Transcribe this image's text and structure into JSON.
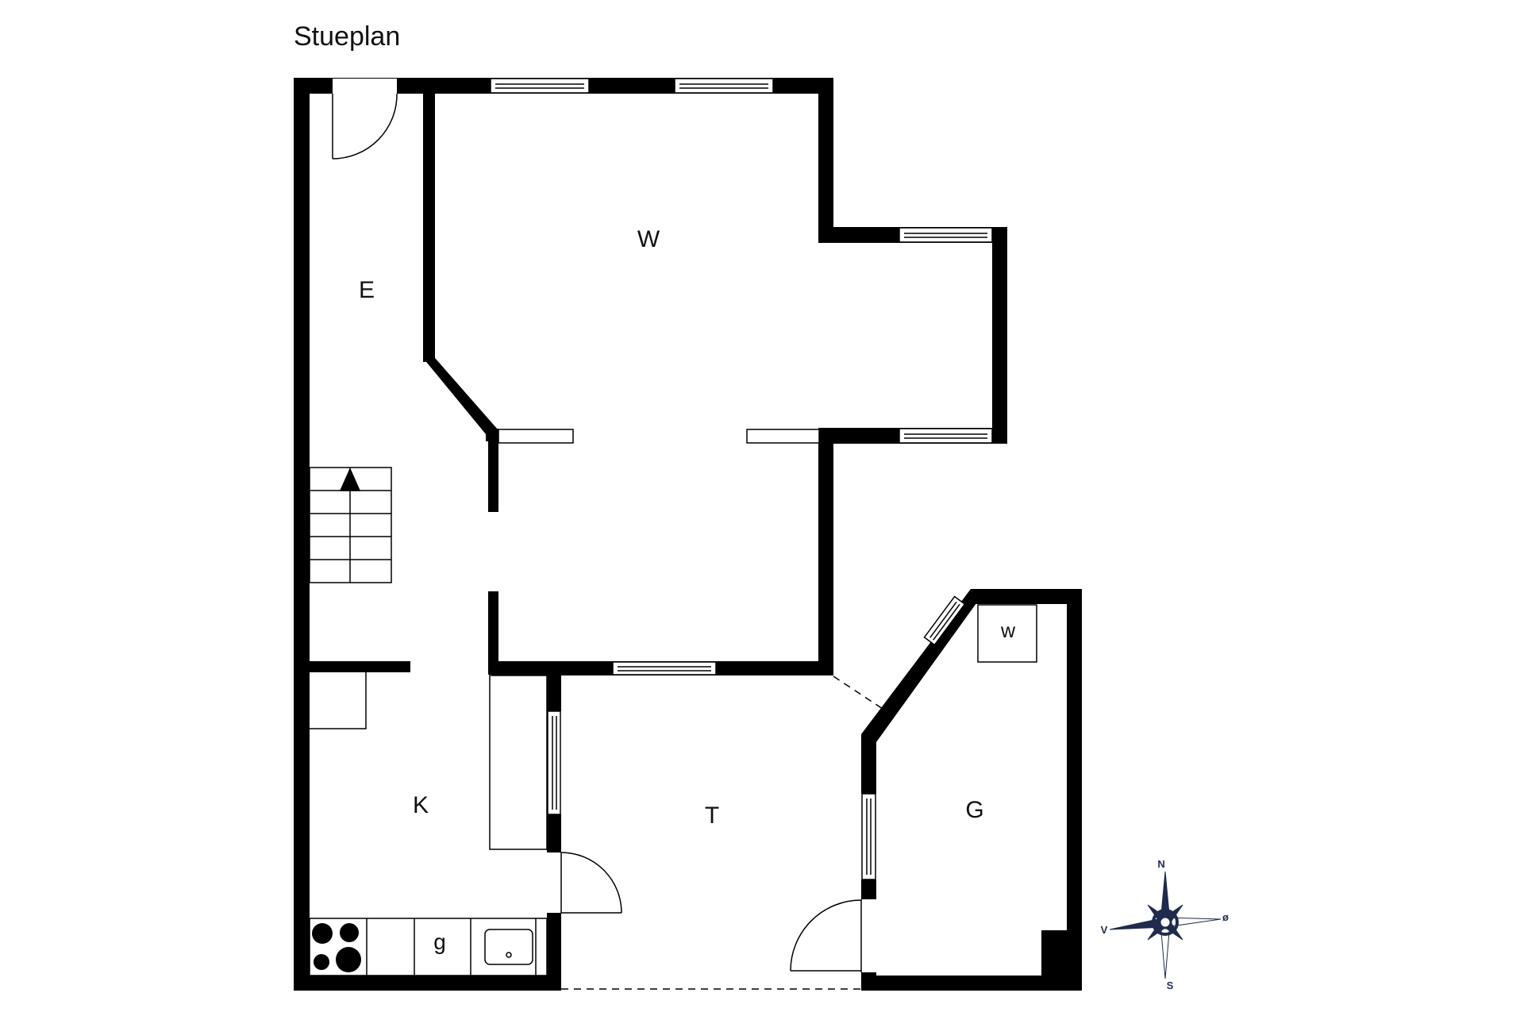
{
  "plan": {
    "title": "Stueplan",
    "colors": {
      "wall": "#000000",
      "background": "#ffffff",
      "compass": "#1e2b4f"
    }
  },
  "rooms": {
    "entrance": "E",
    "living": "W",
    "kitchen": "K",
    "terrace": "T",
    "garage": "G",
    "washer": "w",
    "appliance": "g"
  },
  "compass": {
    "north": "N",
    "south": "S",
    "east": "ø",
    "west": "V"
  }
}
